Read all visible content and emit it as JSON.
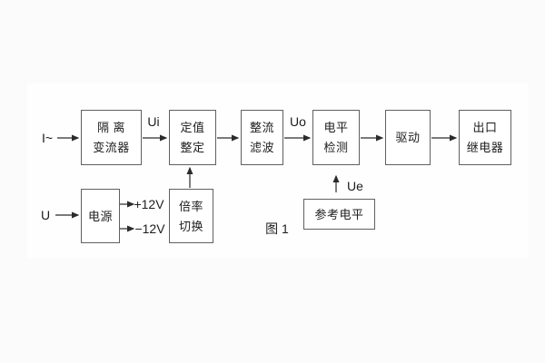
{
  "figure": {
    "caption": "图 1",
    "colors": {
      "line": "#2b2b2b",
      "box_border": "#606060",
      "text": "#1d1d1d",
      "background": "#fbfbfb"
    }
  },
  "blocks": {
    "isolation_transformer": {
      "line1": "隔 离",
      "line2": "变流器"
    },
    "setting_adjust": {
      "line1": "定值",
      "line2": "整定"
    },
    "rectifier_filter": {
      "line1": "整流",
      "line2": "滤波"
    },
    "level_detect": {
      "line1": "电平",
      "line2": "检测"
    },
    "driver": {
      "line1": "驱动"
    },
    "output_relay": {
      "line1": "出口",
      "line2": "继电器"
    },
    "power_supply": {
      "line1": "电源"
    },
    "ratio_switch": {
      "line1": "倍率",
      "line2": "切换"
    },
    "reference_level": {
      "line1": "参考电平"
    }
  },
  "labels": {
    "input_current": "I~",
    "input_voltage": "U",
    "ui": "Ui",
    "uo": "Uo",
    "ue": "Ue",
    "plus12v": "+12V",
    "minus12v": "−12V"
  }
}
